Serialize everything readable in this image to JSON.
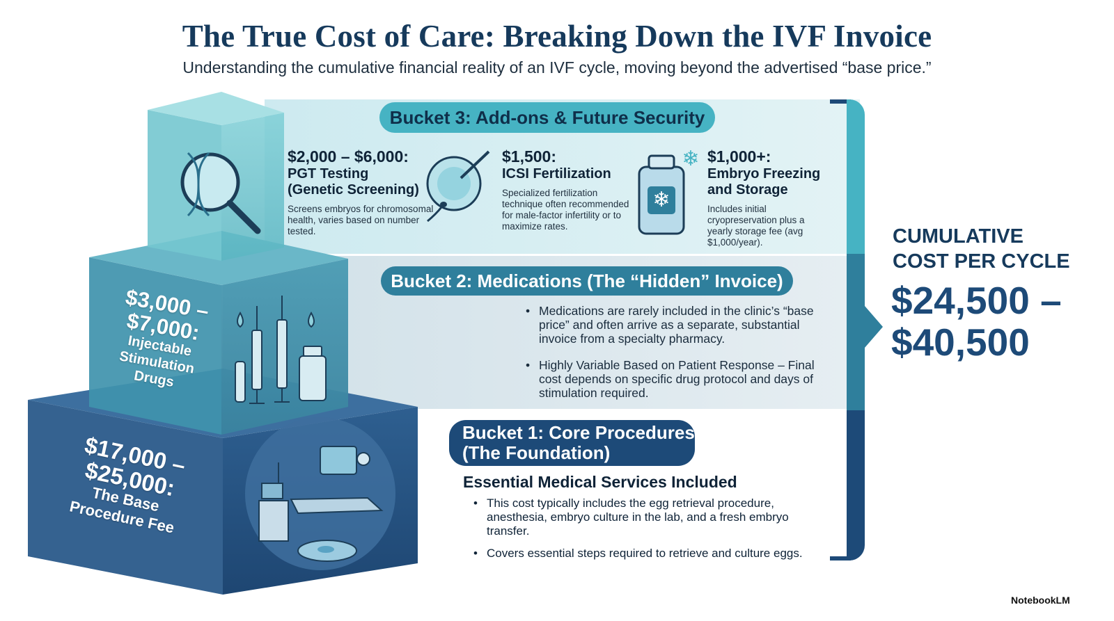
{
  "header": {
    "title": "The True Cost of Care: Breaking Down the IVF Invoice",
    "subtitle": "Understanding the cumulative financial reality of an IVF cycle, moving beyond the advertised “base price.”"
  },
  "bucket3": {
    "title": "Bucket 3: Add-ons & Future Security",
    "items": [
      {
        "price": "$2,000 – $6,000:",
        "name_line1": "PGT Testing",
        "name_line2": "(Genetic Screening)",
        "desc": "Screens embryos for chromosomal health, varies based on number tested.",
        "icon": "dna-magnifier-icon"
      },
      {
        "price": "$1,500:",
        "name_line1": "ICSI Fertilization",
        "name_line2": "",
        "desc": "Specialized fertilization technique often recommended for male-factor infertility or to maximize rates.",
        "icon": "icsi-egg-icon"
      },
      {
        "price": "$1,000+:",
        "name_line1": "Embryo Freezing",
        "name_line2": "and Storage",
        "desc": "Includes initial cryopreservation plus a yearly storage fee (avg $1,000/year).",
        "icon": "cryo-tank-icon"
      }
    ]
  },
  "bucket2": {
    "title": "Bucket 2: Medications (The “Hidden” Invoice)",
    "bullets": [
      "Medications are rarely included in the clinic’s “base price” and often arrive as a separate, substantial invoice from a specialty pharmacy.",
      "Highly Variable Based on Patient Response – Final cost depends on specific drug protocol and days of stimulation required."
    ],
    "cube_amount_line1": "$3,000 –",
    "cube_amount_line2": "$7,000:",
    "cube_label_line1": "Injectable",
    "cube_label_line2": "Stimulation",
    "cube_label_line3": "Drugs"
  },
  "bucket1": {
    "title_line1": "Bucket 1: Core Procedures",
    "title_line2": "(The Foundation)",
    "heading": "Essential Medical Services Included",
    "bullets": [
      "This cost typically includes the egg retrieval procedure, anesthesia, embryo culture in the lab, and a fresh embryo transfer.",
      "Covers essential steps required to retrieve and culture eggs."
    ],
    "cube_amount_line1": "$17,000 –",
    "cube_amount_line2": "$25,000:",
    "cube_label_line1": "The Base",
    "cube_label_line2": "Procedure Fee"
  },
  "cumulative": {
    "label_line1": "CUMULATIVE",
    "label_line2": "COST PER CYCLE",
    "value_line1": "$24,500 –",
    "value_line2": "$40,500"
  },
  "brand": "NotebookLM",
  "colors": {
    "bucket3": "#46b3c3",
    "bucket2": "#2f7f9c",
    "bucket1": "#1d4a78",
    "title": "#163a5c"
  }
}
